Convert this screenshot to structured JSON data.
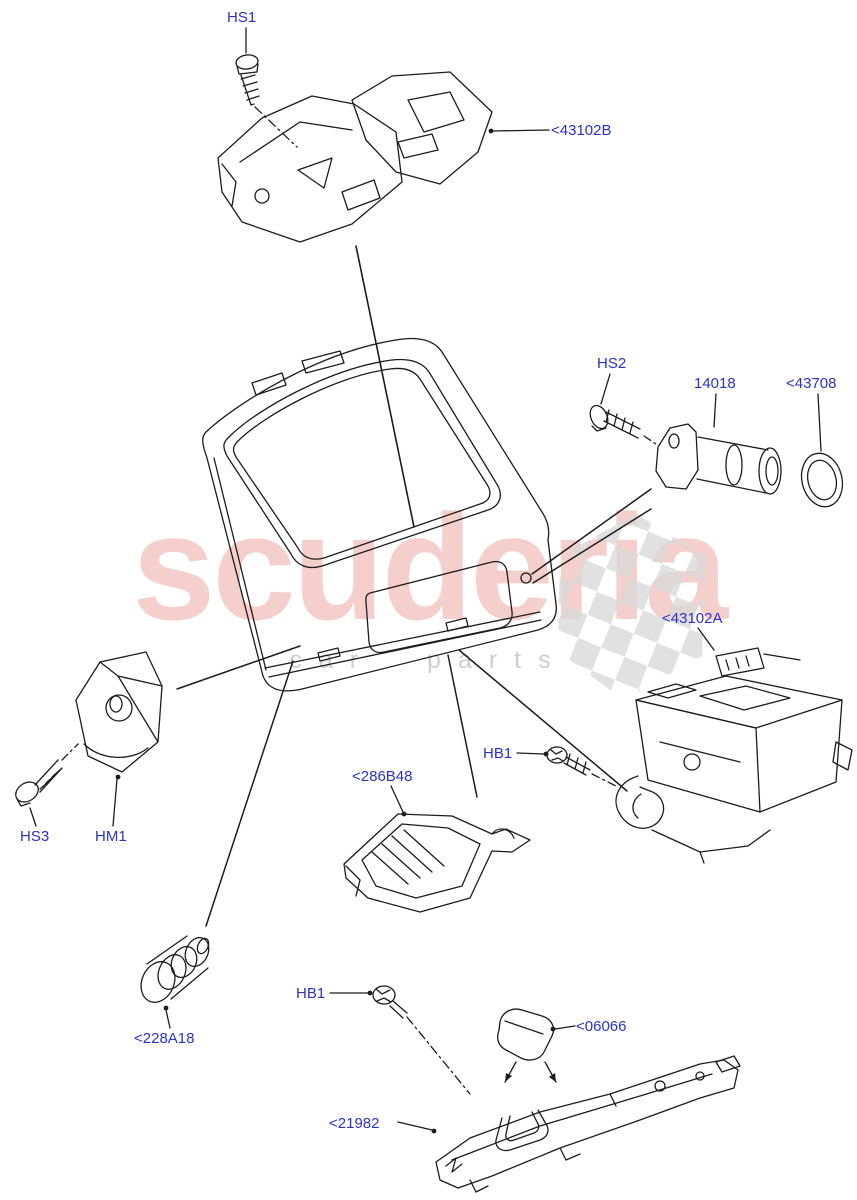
{
  "watermark": {
    "brand": "scuderia",
    "subtitle": "car parts",
    "brand_color": "#eda9a2",
    "subtitle_color": "#c9c9c9"
  },
  "diagram": {
    "label_color": "#2a32c8",
    "labels": [
      {
        "id": "hs1",
        "text": "HS1"
      },
      {
        "id": "43102b",
        "text": "<43102B"
      },
      {
        "id": "hs2",
        "text": "HS2"
      },
      {
        "id": "14018",
        "text": "14018"
      },
      {
        "id": "43708",
        "text": "<43708"
      },
      {
        "id": "43102a",
        "text": "<43102A"
      },
      {
        "id": "hb1-upper",
        "text": "HB1"
      },
      {
        "id": "286b48",
        "text": "<286B48"
      },
      {
        "id": "hs3",
        "text": "HS3"
      },
      {
        "id": "hm1",
        "text": "HM1"
      },
      {
        "id": "228a18",
        "text": "<228A18"
      },
      {
        "id": "hb1-lower",
        "text": "HB1"
      },
      {
        "id": "06066",
        "text": "<06066"
      },
      {
        "id": "21982",
        "text": "<21982"
      }
    ]
  }
}
